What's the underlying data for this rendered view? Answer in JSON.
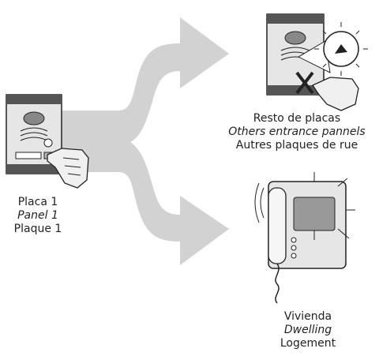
{
  "captions": {
    "panel1": {
      "es": "Placa 1",
      "en": "Panel 1",
      "fr": "Plaque 1"
    },
    "others": {
      "es": "Resto de placas",
      "en": "Others entrance pannels",
      "fr": "Autres plaques de rue"
    },
    "dwelling": {
      "es": "Vivienda",
      "en": "Dwelling",
      "fr": "Logement"
    }
  },
  "colors": {
    "arrow": "#d2d2d2",
    "panel_body": "#e6e6e6",
    "panel_bar": "#555555",
    "line": "#222222"
  },
  "icons": [
    "entrance-panel-icon",
    "pressing-hand-icon",
    "split-arrow-icon",
    "cross-mark-icon",
    "lit-camera-icon",
    "videophone-monitor-icon"
  ]
}
